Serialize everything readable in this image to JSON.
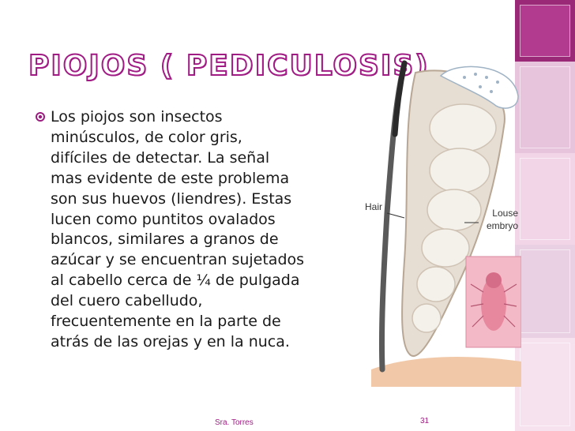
{
  "slide": {
    "title": "PIOJOS ( PEDICULOSIS)",
    "body": "Los piojos son insectos\nminúsculos, de color gris,\ndifíciles de detectar. La señal\nmas evidente de este problema\nson sus huevos (liendres). Estas\nlucen como puntitos ovalados\nblancos, similares a granos de\nazúcar y se encuentran sujetados\nal cabello cerca de ¼ de pulgada\ndel cuero cabelludo,\nfrecuentemente en la parte de\natrás de las orejas y en la nuca.",
    "bullet_icon": "circle-bullet-icon",
    "accent_color": "#a01c84"
  },
  "illustration": {
    "label_hair": "Hair",
    "label_embryo_1": "Louse",
    "label_embryo_2": "embryo"
  },
  "footer": {
    "author": "Sra. Torres",
    "page_number": "31"
  }
}
